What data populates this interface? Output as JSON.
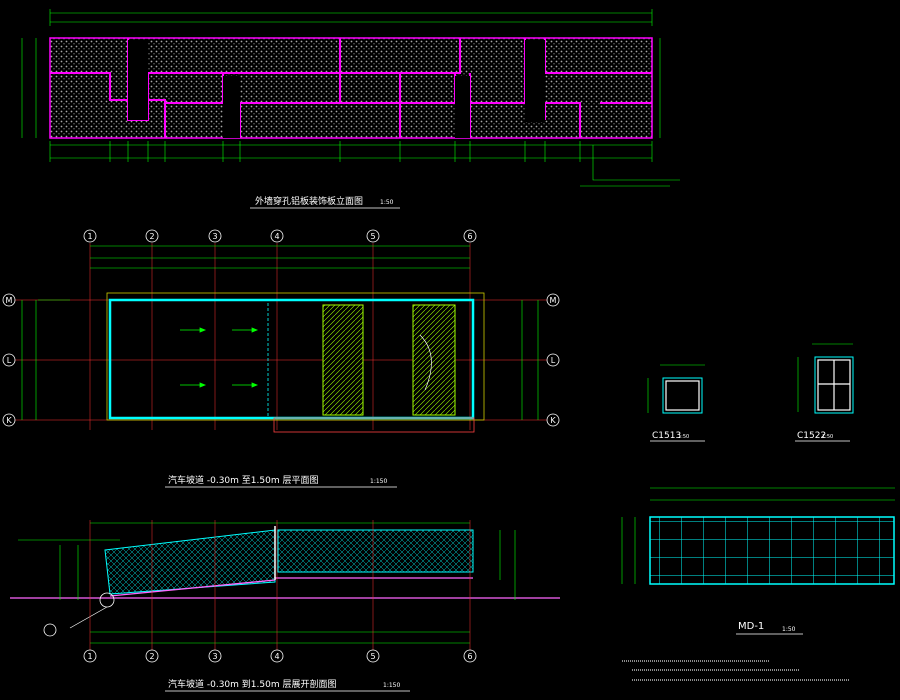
{
  "titles": {
    "elevation": "外墙穿孔铝板装饰板立面图",
    "elevation_scale": "1:50",
    "plan": "汽车坡道 -0.30m 至1.50m 层平面图",
    "plan_scale": "1:150",
    "section": "汽车坡道 -0.30m 到1.50m 层展开剖面图",
    "section_scale": "1:150",
    "window_a": "C1513",
    "window_a_scale": "1:50",
    "window_b": "C1522",
    "window_b_scale": "1:50",
    "door": "MD-1",
    "door_scale": "1:50"
  },
  "axes": {
    "columns": [
      "1",
      "2",
      "3",
      "4",
      "5",
      "6"
    ],
    "rows": [
      "M",
      "L",
      "K"
    ]
  },
  "colors": {
    "background": "#000000",
    "dimension": "#00ff00",
    "wall": "#ff00ff",
    "glass": "#00ffff",
    "grid": "#ff3030",
    "text": "#ffffff"
  }
}
